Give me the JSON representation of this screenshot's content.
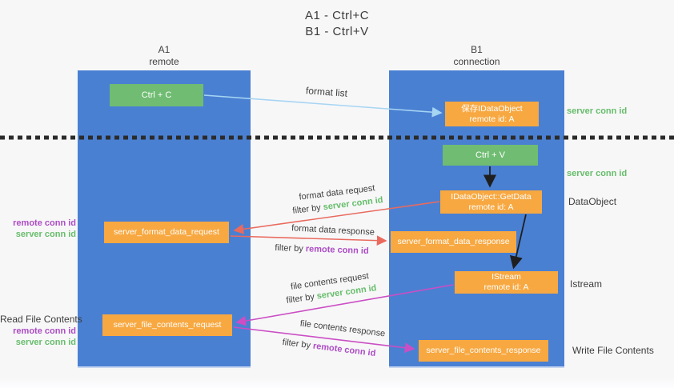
{
  "title": {
    "line1": "A1 - Ctrl+C",
    "line2": "B1 - Ctrl+V"
  },
  "columns": {
    "a1": {
      "name": "A1",
      "subtitle": "remote"
    },
    "b1": {
      "name": "B1",
      "subtitle": "connection"
    }
  },
  "nodes": {
    "ctrl_c": "Ctrl + C",
    "ctrl_v": "Ctrl + V",
    "save_idataobject": {
      "line1": "保存IDataObject",
      "line2": "remote id: A"
    },
    "getdata": {
      "line1": "IDataObject::GetData",
      "line2": "remote id: A"
    },
    "istream": {
      "line1": "IStream",
      "line2": "remote id: A"
    },
    "server_format_data_request": "server_format_data_request",
    "server_format_data_response": "server_format_data_response",
    "server_file_contents_request": "server_file_contents_request",
    "server_file_contents_response": "server_file_contents_response"
  },
  "edge_labels": {
    "format_list": "format list",
    "format_data_request": "format data request",
    "format_data_response": "format data response",
    "file_contents_request": "file contents request",
    "file_contents_response": "file contents response",
    "filter_by": "filter by ",
    "server_conn_id": "server conn id",
    "remote_conn_id": "remote conn id"
  },
  "side_labels": {
    "server_conn_id_top": "server conn id",
    "server_conn_id_mid": "server conn id",
    "dataobject": "DataObject",
    "istream": "Istream",
    "write_file_contents": "Write File Contents",
    "read_file_contents": "Read File Contents",
    "remote_conn_id_1": "remote conn id",
    "server_conn_id_1": "server conn id",
    "remote_conn_id_2": "remote conn id",
    "server_conn_id_2": "server conn id"
  },
  "colors": {
    "lifeline_blue": "#4a80d2",
    "node_green": "#6fbc72",
    "node_orange": "#f7a841",
    "label_green": "#67bd6b",
    "label_purple": "#ad4cc4",
    "arrow_light_blue": "#a6d5f2",
    "arrow_red": "#ea6a5e",
    "arrow_magenta": "#cb4ec4",
    "arrow_black": "#1f1f1f",
    "background": "#f7f7f8",
    "text_dark": "#3d3d3d"
  }
}
